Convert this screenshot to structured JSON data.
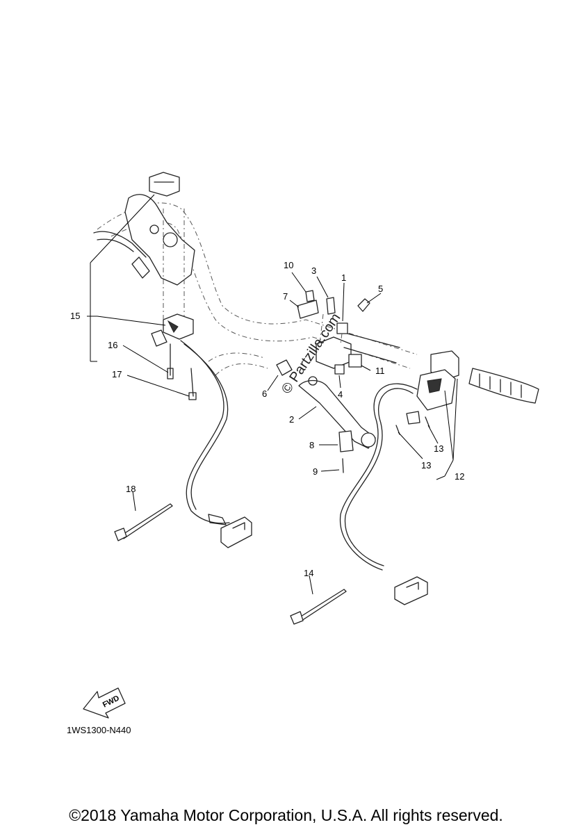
{
  "diagram": {
    "callouts": [
      {
        "id": "c1",
        "label": "1"
      },
      {
        "id": "c2",
        "label": "2"
      },
      {
        "id": "c3",
        "label": "3"
      },
      {
        "id": "c4",
        "label": "4"
      },
      {
        "id": "c5",
        "label": "5"
      },
      {
        "id": "c6",
        "label": "6"
      },
      {
        "id": "c7",
        "label": "7"
      },
      {
        "id": "c8",
        "label": "8"
      },
      {
        "id": "c9",
        "label": "9"
      },
      {
        "id": "c10",
        "label": "10"
      },
      {
        "id": "c11",
        "label": "11"
      },
      {
        "id": "c12",
        "label": "12"
      },
      {
        "id": "c13a",
        "label": "13"
      },
      {
        "id": "c13b",
        "label": "13"
      },
      {
        "id": "c14",
        "label": "14"
      },
      {
        "id": "c15",
        "label": "15"
      },
      {
        "id": "c16",
        "label": "16"
      },
      {
        "id": "c17",
        "label": "17"
      },
      {
        "id": "c18",
        "label": "18"
      }
    ],
    "watermark": "© Partzilla.com",
    "fwd_label": "FWD",
    "diagram_code": "1WS1300-N440"
  },
  "footer": {
    "copyright": "©2018 Yamaha Motor Corporation, U.S.A. All rights reserved."
  }
}
